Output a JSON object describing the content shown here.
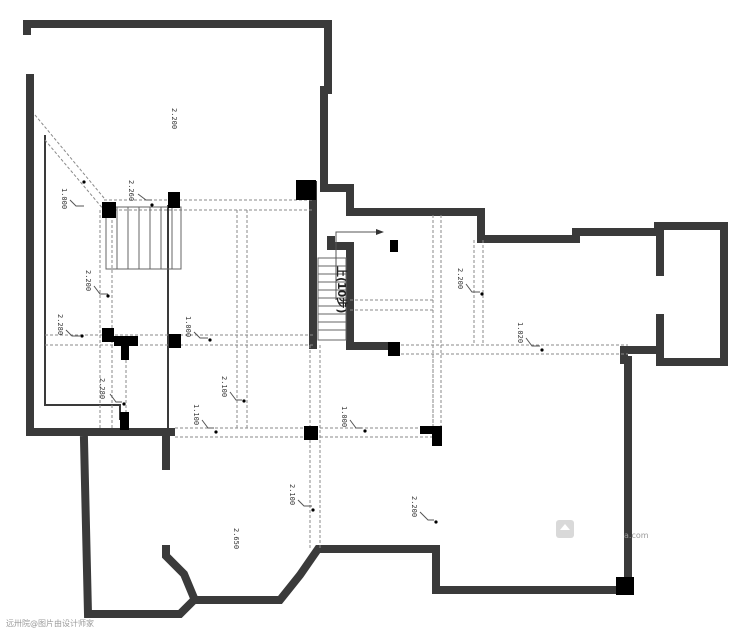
{
  "plan": {
    "stair_label": "上(10步)",
    "elevations": [
      {
        "id": "e1",
        "text": "2.200"
      },
      {
        "id": "e2",
        "text": "1.000"
      },
      {
        "id": "e3",
        "text": "2.260"
      },
      {
        "id": "e4",
        "text": "2.200"
      },
      {
        "id": "e5",
        "text": "2.280"
      },
      {
        "id": "e6",
        "text": "1.000"
      },
      {
        "id": "e7",
        "text": "2.280"
      },
      {
        "id": "e8",
        "text": "2.100"
      },
      {
        "id": "e9",
        "text": "1.100"
      },
      {
        "id": "e10",
        "text": "2.200"
      },
      {
        "id": "e11",
        "text": "1.020"
      },
      {
        "id": "e12",
        "text": "1.000"
      },
      {
        "id": "e13",
        "text": "2.100"
      },
      {
        "id": "e14",
        "text": "2.200"
      },
      {
        "id": "e15",
        "text": "2.650"
      }
    ]
  },
  "watermark": {
    "bottom_left": "远卅院@图片由设计师家",
    "right_mark": "a.com"
  },
  "colors": {
    "wall": "#3a3a3a",
    "column": "#000000",
    "dashed": "#8a8a8a"
  }
}
